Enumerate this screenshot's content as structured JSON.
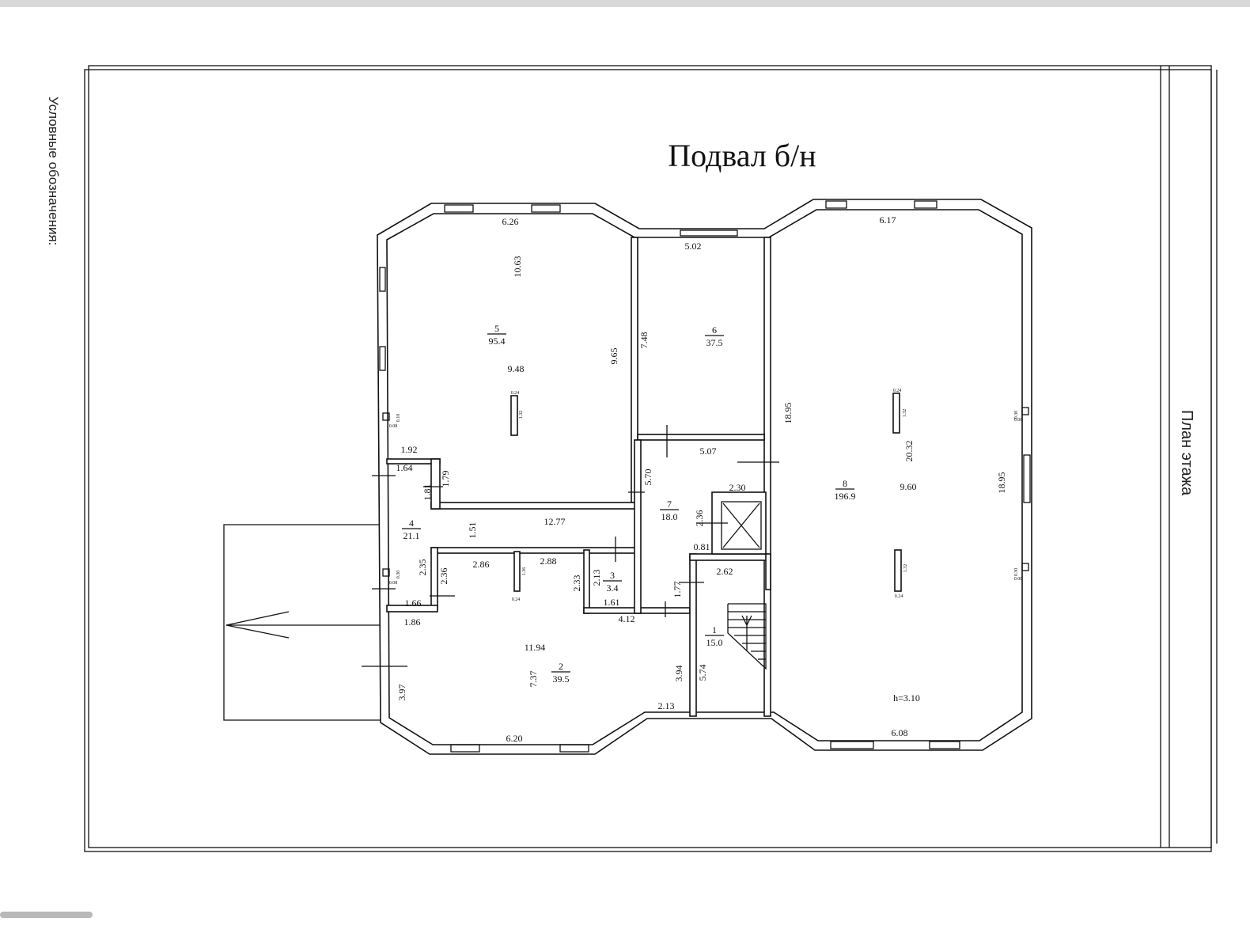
{
  "title": "Подвал б/н",
  "legend_label": "Условные обозначения:",
  "sheet_title": "План этажа",
  "height_note": "h=3.10",
  "rooms": [
    {
      "number": "1",
      "area": "15.0"
    },
    {
      "number": "2",
      "area": "39.5"
    },
    {
      "number": "3",
      "area": "3.4"
    },
    {
      "number": "4",
      "area": "21.1"
    },
    {
      "number": "5",
      "area": "95.4"
    },
    {
      "number": "6",
      "area": "37.5"
    },
    {
      "number": "7",
      "area": "18.0"
    },
    {
      "number": "8",
      "area": "196.9"
    }
  ],
  "dimensions": [
    "6.26",
    "10.63",
    "9.48",
    "9.65",
    "7.48",
    "5.02",
    "18.95",
    "6.17",
    "9.60",
    "20.32",
    "18.95",
    "5.07",
    "5.70",
    "2.30",
    "2.36",
    "0.81",
    "2.62",
    "1.77",
    "5.74",
    "3.94",
    "2.13",
    "1.92",
    "1.64",
    "1.79",
    "1.81",
    "1.51",
    "12.77",
    "2.86",
    "2.88",
    "2.35",
    "2.36",
    "2.33",
    "2.13",
    "1.61",
    "4.12",
    "1.66",
    "1.86",
    "11.94",
    "7.37",
    "3.97",
    "6.20",
    "6.08"
  ],
  "small_marks": [
    "0.24",
    "1.32",
    "0.10",
    "0.08",
    "0.30",
    "0.08",
    "1.36",
    "0.24",
    "0.24",
    "1.32",
    "1.32",
    "0.24",
    "0.30",
    "0.08",
    "0.30",
    "0.08"
  ]
}
